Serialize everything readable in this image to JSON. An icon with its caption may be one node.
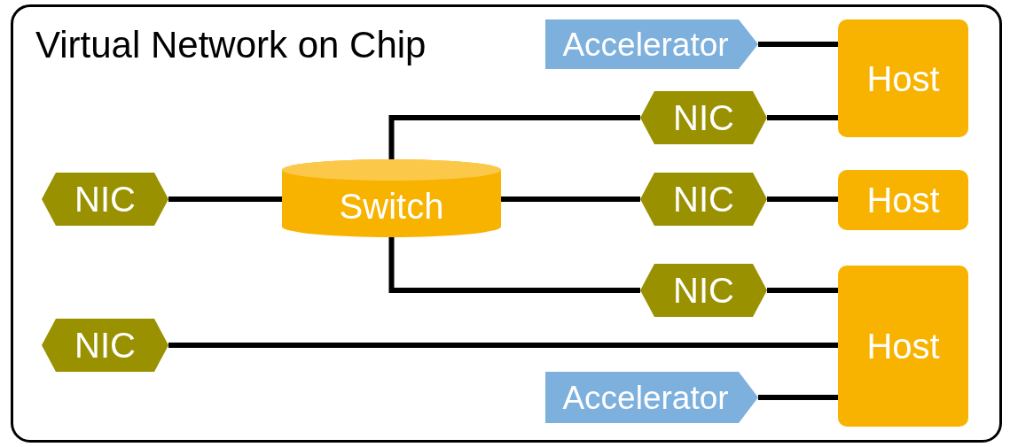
{
  "diagram": {
    "title": "Virtual Network on Chip",
    "nodes": [
      {
        "text": [
          "Accelerator"
        ]
      },
      {
        "text": [
          "Host"
        ]
      },
      {
        "text": [
          "NIC"
        ]
      },
      {
        "text": [
          "NIC"
        ]
      },
      {
        "text": [
          "Switch"
        ]
      },
      {
        "text": [
          "NIC"
        ]
      },
      {
        "text": [
          "Host"
        ]
      },
      {
        "text": [
          "NIC"
        ]
      },
      {
        "text": [
          "Host"
        ]
      },
      {
        "text": [
          "NIC"
        ]
      },
      {
        "text": [
          "Accelerator"
        ]
      }
    ],
    "edges": [
      {
        "from": 0,
        "to": 1,
        "arrow": "none"
      },
      {
        "from": 2,
        "to": 1,
        "arrow": "none"
      },
      {
        "from": 4,
        "to": 2,
        "arrow": "none"
      },
      {
        "from": 3,
        "to": 4,
        "arrow": "none"
      },
      {
        "from": 4,
        "to": 5,
        "arrow": "none"
      },
      {
        "from": 5,
        "to": 6,
        "arrow": "none"
      },
      {
        "from": 4,
        "to": 7,
        "arrow": "none"
      },
      {
        "from": 7,
        "to": 8,
        "arrow": "none"
      },
      {
        "from": 9,
        "to": 8,
        "arrow": "none"
      },
      {
        "from": 10,
        "to": 8,
        "arrow": "none"
      }
    ]
  }
}
